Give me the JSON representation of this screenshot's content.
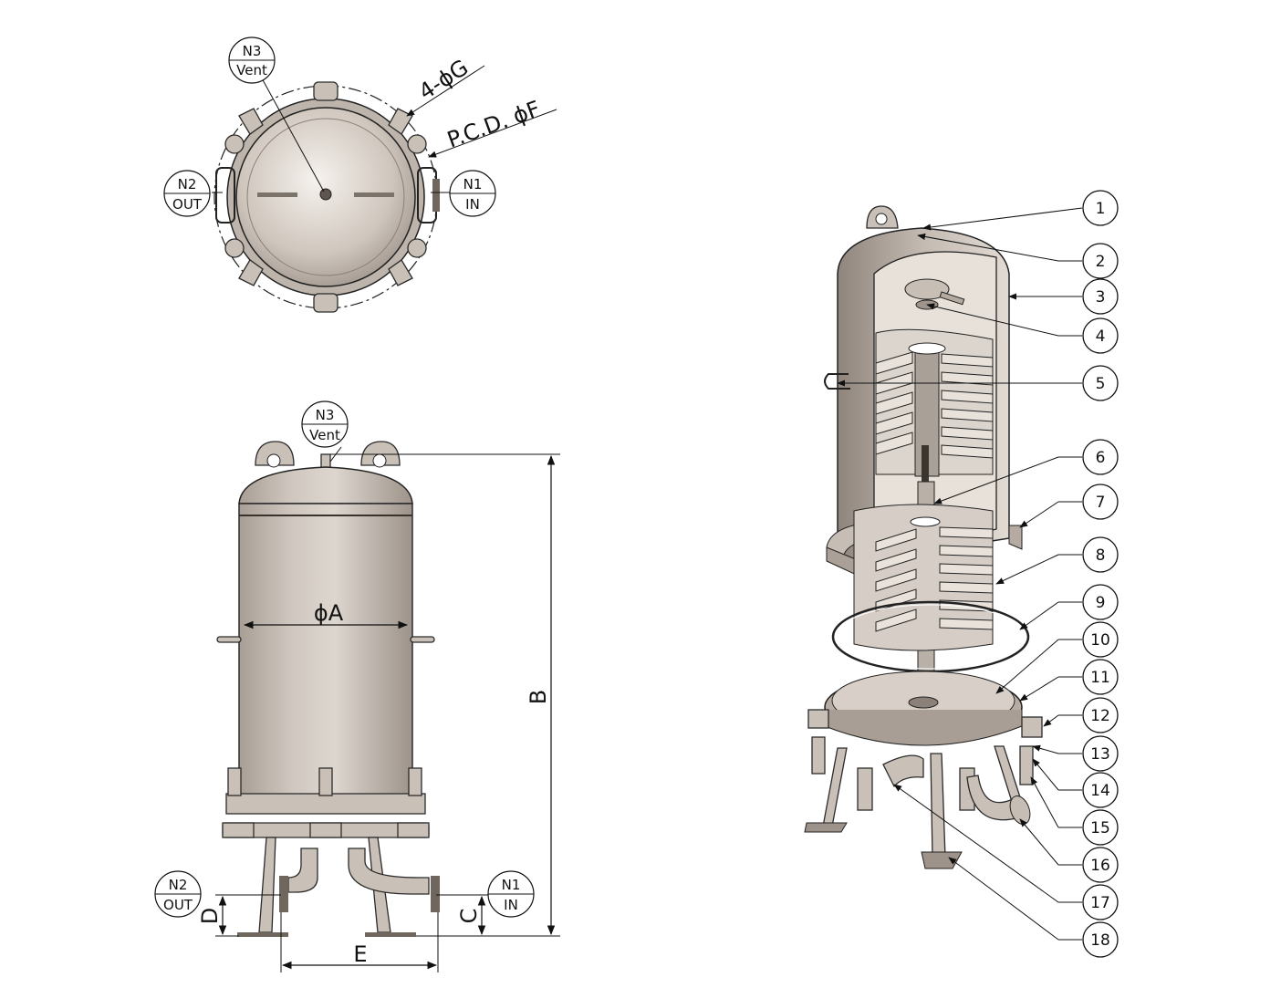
{
  "top_view": {
    "n3": {
      "id": "N3",
      "name": "Vent"
    },
    "n2": {
      "id": "N2",
      "name": "OUT"
    },
    "n1": {
      "id": "N1",
      "name": "IN"
    },
    "dim_holes": "4-ϕG",
    "dim_pcd": "P.C.D. ϕF"
  },
  "front_view": {
    "n3": {
      "id": "N3",
      "name": "Vent"
    },
    "n2": {
      "id": "N2",
      "name": "OUT"
    },
    "n1": {
      "id": "N1",
      "name": "IN"
    },
    "dim_a": "ϕA",
    "dim_b": "B",
    "dim_c": "C",
    "dim_d": "D",
    "dim_e": "E"
  },
  "balloons": [
    "1",
    "2",
    "3",
    "4",
    "5",
    "6",
    "7",
    "8",
    "9",
    "10",
    "11",
    "12",
    "13",
    "14",
    "15",
    "16",
    "17",
    "18"
  ],
  "colors": {
    "steel_light": "#e6dfd8",
    "steel_dark": "#a59b92",
    "line": "#111111"
  }
}
